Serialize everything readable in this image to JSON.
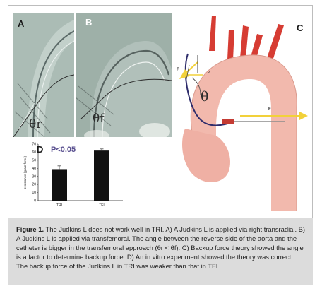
{
  "panels": {
    "a": {
      "letter": "A",
      "theta": "θr"
    },
    "b": {
      "letter": "B",
      "theta": "θf"
    },
    "c": {
      "letter": "C",
      "theta": "θ",
      "force_top": "F",
      "force_right": "F",
      "force_small": "P"
    },
    "d": {
      "letter": "D",
      "pvalue": "P<0.05"
    }
  },
  "chart_data": {
    "type": "bar",
    "categories": [
      "TRI",
      "TFI"
    ],
    "values": [
      39,
      62
    ],
    "errors": [
      4,
      2
    ],
    "ylabel": "resistance (gram force)",
    "ylim": [
      0,
      70
    ],
    "yticks": [
      0,
      10,
      20,
      30,
      40,
      50,
      60,
      70
    ],
    "grid": false
  },
  "caption": {
    "label": "Figure 1.",
    "text": " The Judkins L does not work well in TRI. A) A Judkins L is applied via right transradial. B) A Judkins L is applied via transfemoral. The angle between the reverse side of the aorta and the catheter is bigger in the transfemoral approach (θr < θf). C) Backup force theory showed the angle is a factor to determine backup force. D) An in vitro experiment showed the theory was correct. The backup force of the Judkins L in TRI was weaker than that in TFI."
  },
  "colors": {
    "photo_bg": "#9fb2ab",
    "aorta": "#f2b9ad",
    "vessel_red": "#c43b33",
    "arrow_yellow": "#f2d13a",
    "caption_bg": "#dcdcdc"
  }
}
